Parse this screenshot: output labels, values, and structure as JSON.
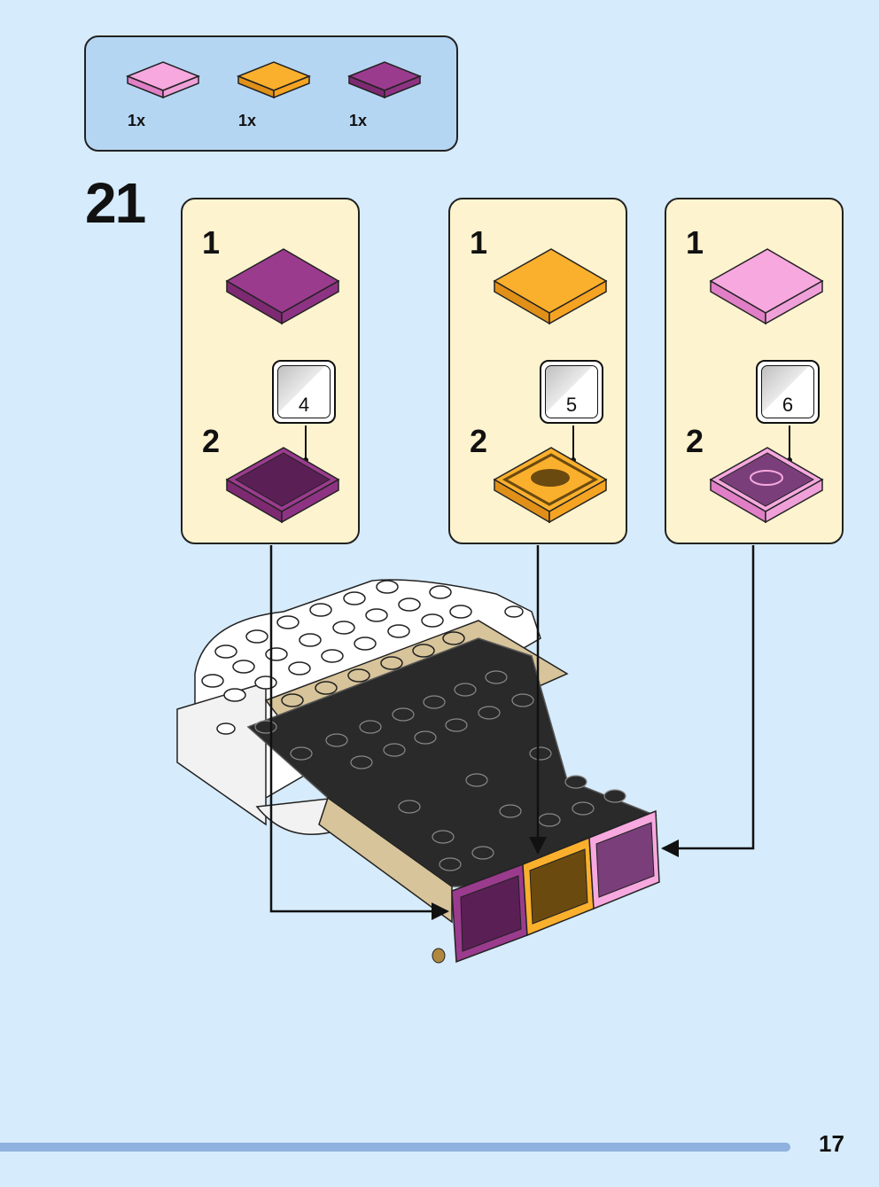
{
  "parts_list": {
    "items": [
      {
        "name": "tile-2x2-pink",
        "qty": "1x",
        "color": "#f7a8df"
      },
      {
        "name": "tile-2x2-orange",
        "qty": "1x",
        "color": "#fbb02d"
      },
      {
        "name": "tile-2x2-magenta",
        "qty": "1x",
        "color": "#9b3b8e"
      }
    ]
  },
  "step": {
    "number": "21"
  },
  "callouts": [
    {
      "sub1": "1",
      "sub2": "2",
      "sticker": "4",
      "tile_color": "#9b3b8e",
      "print_color": "#5a1f55"
    },
    {
      "sub1": "1",
      "sub2": "2",
      "sticker": "5",
      "tile_color": "#fbb02d",
      "print_color": "#6b4a10"
    },
    {
      "sub1": "1",
      "sub2": "2",
      "sticker": "6",
      "tile_color": "#f7a8df",
      "print_color": "#7a3f7a"
    }
  ],
  "page": {
    "number": "17"
  },
  "colors": {
    "background": "#d6ebfb",
    "parts_box": "#b5d6f3",
    "callout_bg": "#fdf3cf",
    "footer_bar": "#8fb1df"
  }
}
